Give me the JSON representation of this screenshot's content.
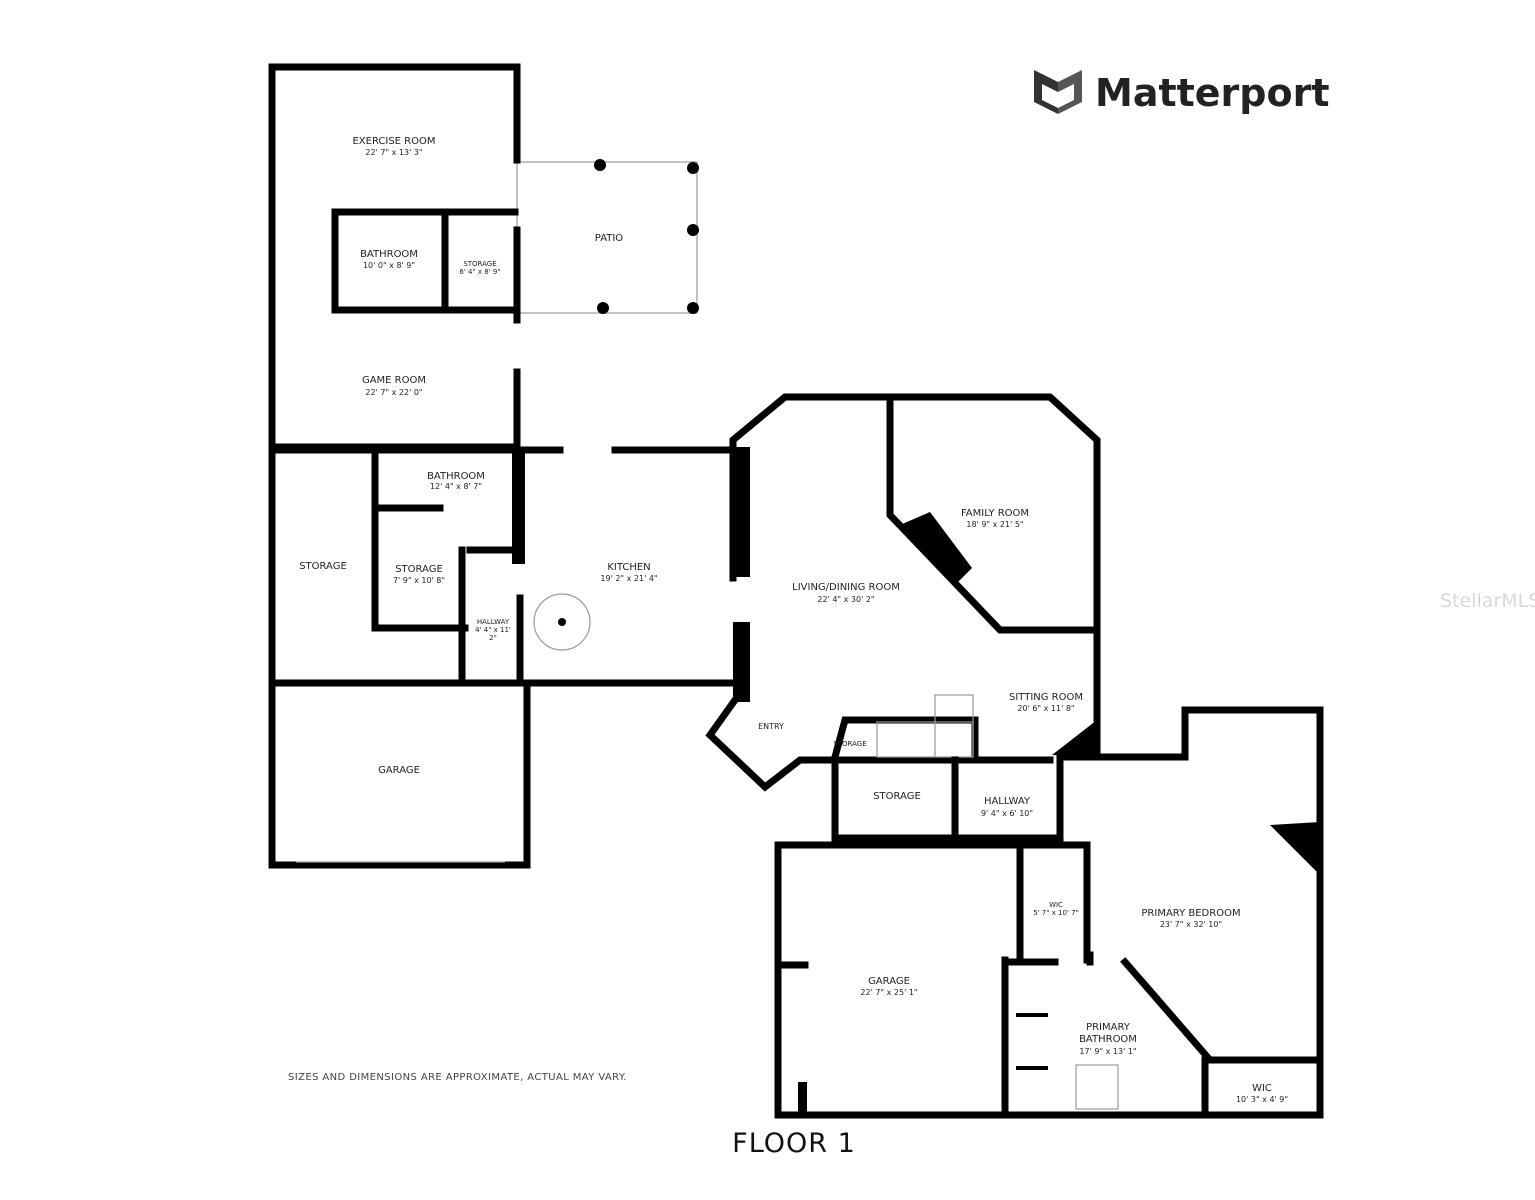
{
  "brand": {
    "logo_text": "Matterport",
    "watermark": "StellarMLS"
  },
  "floor_label": "FLOOR 1",
  "disclaimer": "SIZES AND DIMENSIONS ARE APPROXIMATE, ACTUAL MAY VARY.",
  "rooms": {
    "exercise": {
      "name": "EXERCISE ROOM",
      "dims": "22' 7\" x 13' 3\""
    },
    "bath1": {
      "name": "BATHROOM",
      "dims": "10' 0\" x 8' 9\""
    },
    "storage1": {
      "name": "STORAGE",
      "dims": "6' 4\" x 8' 9\""
    },
    "patio": {
      "name": "PATIO"
    },
    "game": {
      "name": "GAME ROOM",
      "dims": "22' 7\" x 22' 0\""
    },
    "bath2": {
      "name": "BATHROOM",
      "dims": "12' 4\" x 8' 7\""
    },
    "storage_left": {
      "name": "STORAGE"
    },
    "storage2": {
      "name": "STORAGE",
      "dims": "7' 9\" x 10' 8\""
    },
    "hallway1": {
      "name": "HALLWAY",
      "dims_line1": "4' 4\" x 11'",
      "dims_line2": "2\""
    },
    "kitchen": {
      "name": "KITCHEN",
      "dims": "19' 2\" x 21' 4\""
    },
    "garage1": {
      "name": "GARAGE"
    },
    "living": {
      "name": "LIVING/DINING ROOM",
      "dims": "22' 4\" x 30' 2\""
    },
    "family": {
      "name": "FAMILY ROOM",
      "dims": "18' 9\" x 21' 5\""
    },
    "sitting": {
      "name": "SITTING ROOM",
      "dims": "20' 6\" x 11' 8\""
    },
    "entry": {
      "name": "ENTRY"
    },
    "storage_stair": {
      "name": "STORAGE"
    },
    "storage3": {
      "name": "STORAGE"
    },
    "hallway2": {
      "name": "HALLWAY",
      "dims": "9' 4\" x 6' 10\""
    },
    "garage2": {
      "name": "GARAGE",
      "dims": "22' 7\" x 25' 1\""
    },
    "wic1": {
      "name": "WIC",
      "dims": "5' 7\" x 10' 7\""
    },
    "primary_bed": {
      "name": "PRIMARY BEDROOM",
      "dims": "23' 7\" x 32' 10\""
    },
    "primary_bath": {
      "name_line1": "PRIMARY",
      "name_line2": "BATHROOM",
      "dims": "17' 9\" x 13' 1\""
    },
    "wic2": {
      "name": "WIC",
      "dims": "10' 3\" x 4' 9\""
    }
  }
}
